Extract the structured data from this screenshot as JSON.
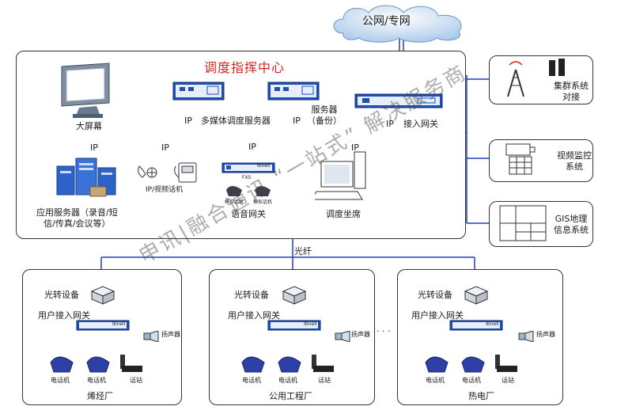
{
  "cloud": {
    "label": "公网/专网"
  },
  "center": {
    "title": "调度指挥中心",
    "big_screen": "大屏幕",
    "mm_server": "多媒体调度服务器",
    "backup_server": "服务器\n（备份）",
    "access_gateway": "接入网关",
    "app_server": "应用服务器（录音/短\n信/传真/会议等）",
    "ip_video_phone": "IP/视频话机",
    "voice_gateway": "语音网关",
    "dispatch_desk": "调度坐席",
    "fxs": "FXS",
    "analog_phone": "模拟话机",
    "ip": "IP",
    "device_badge": "Ibnell"
  },
  "right_panels": [
    {
      "label": "集群系统\n对接",
      "icon": "radio-tower-icon"
    },
    {
      "label": "视频监控\n系统",
      "icon": "camera-icon"
    },
    {
      "label": "GIS地理\n信息系统",
      "icon": "map-grid-icon"
    }
  ],
  "fiber": "光纤",
  "ellipsis": "· · ·",
  "sites": [
    {
      "name": "烯烃厂"
    },
    {
      "name": "公用工程厂"
    },
    {
      "name": "热电厂"
    }
  ],
  "site_labels": {
    "optical": "光转设备",
    "user_gateway": "用户接入网关",
    "speaker": "扬声器",
    "phone": "电话机",
    "station": "话站"
  },
  "watermark": "申讯|融合通讯 “一站式” 解决服务商"
}
